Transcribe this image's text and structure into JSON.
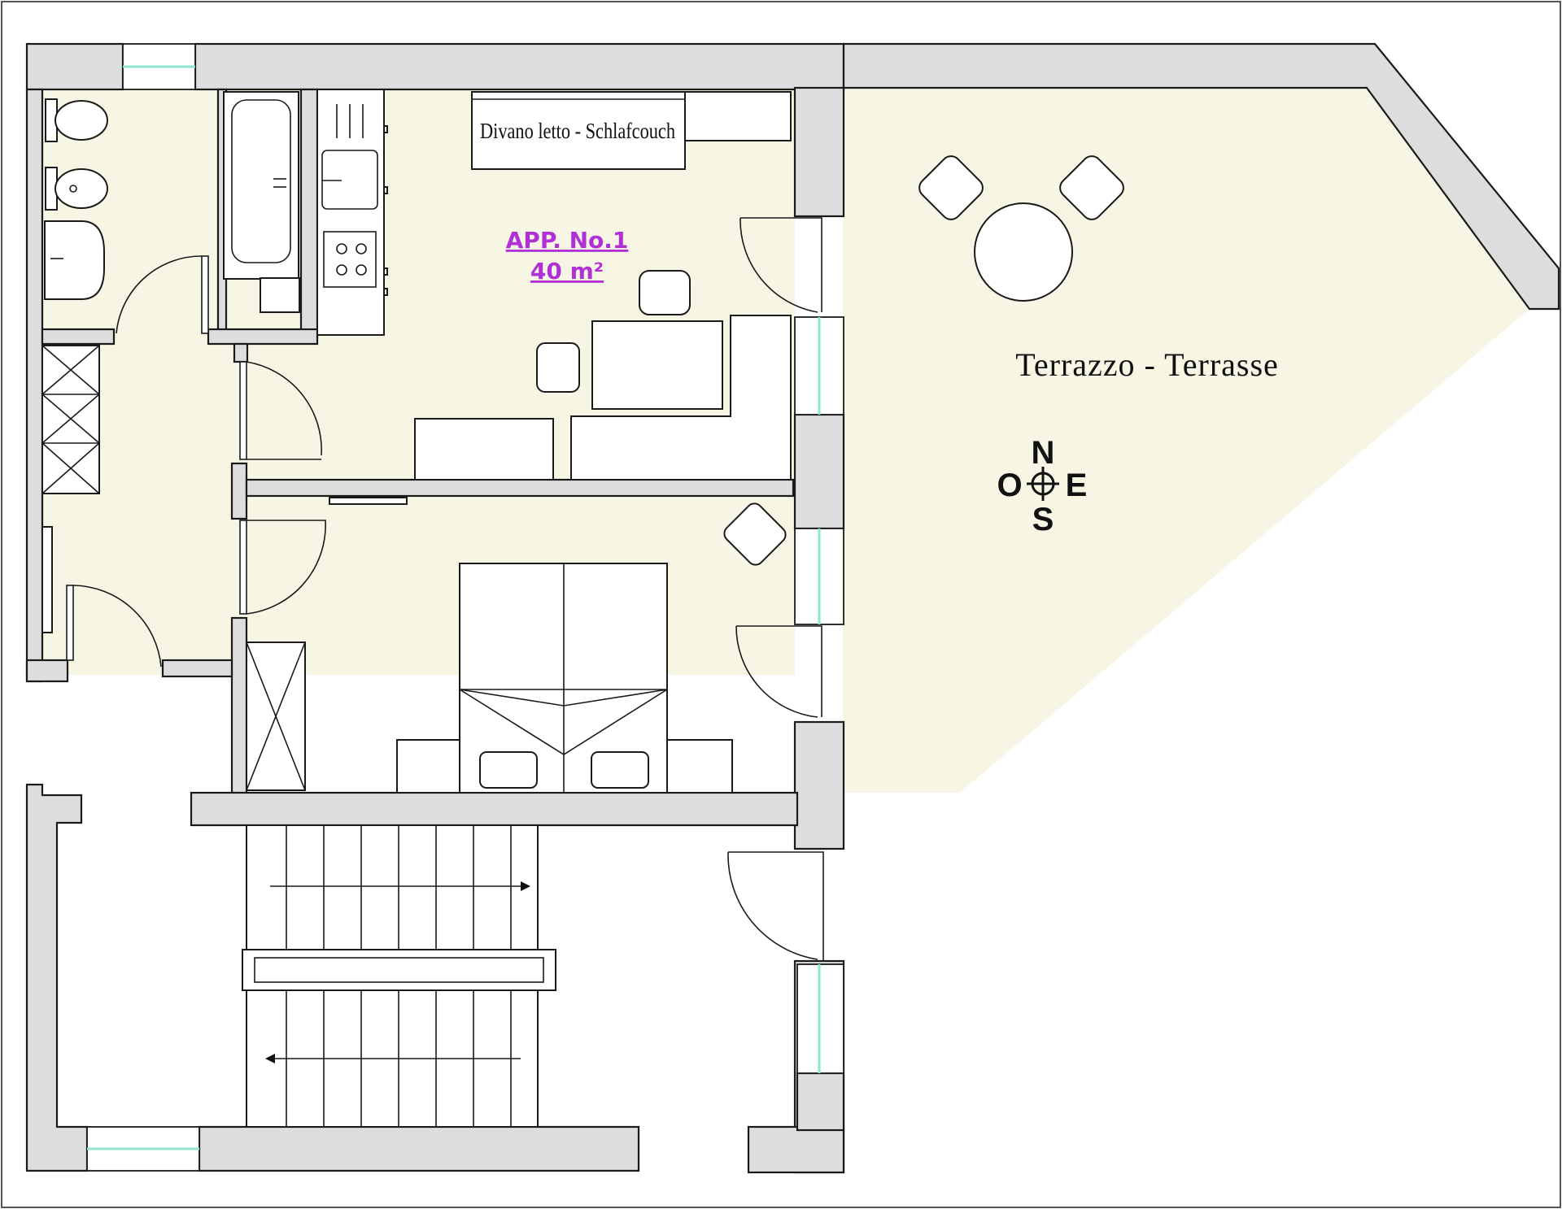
{
  "plan": {
    "sofa_bed_label": "Divano letto - Schlafcouch",
    "apartment_number": "APP. No.1",
    "apartment_area": "40 m²",
    "terrace_label": "Terrazzo - Terrasse",
    "compass": {
      "north": "N",
      "west": "O",
      "east": "E",
      "south": "S"
    }
  },
  "colors": {
    "floor": "#f7f6e4",
    "wall": "#dcdedd",
    "glass": "#8fe6cf",
    "apartment_label": "#b02fd6"
  },
  "icons": [
    "toilet-icon",
    "bidet-icon",
    "washbasin-icon",
    "bathtub-icon",
    "stove-icon",
    "sink-icon",
    "compass-icon",
    "stair-arrow-icon"
  ]
}
